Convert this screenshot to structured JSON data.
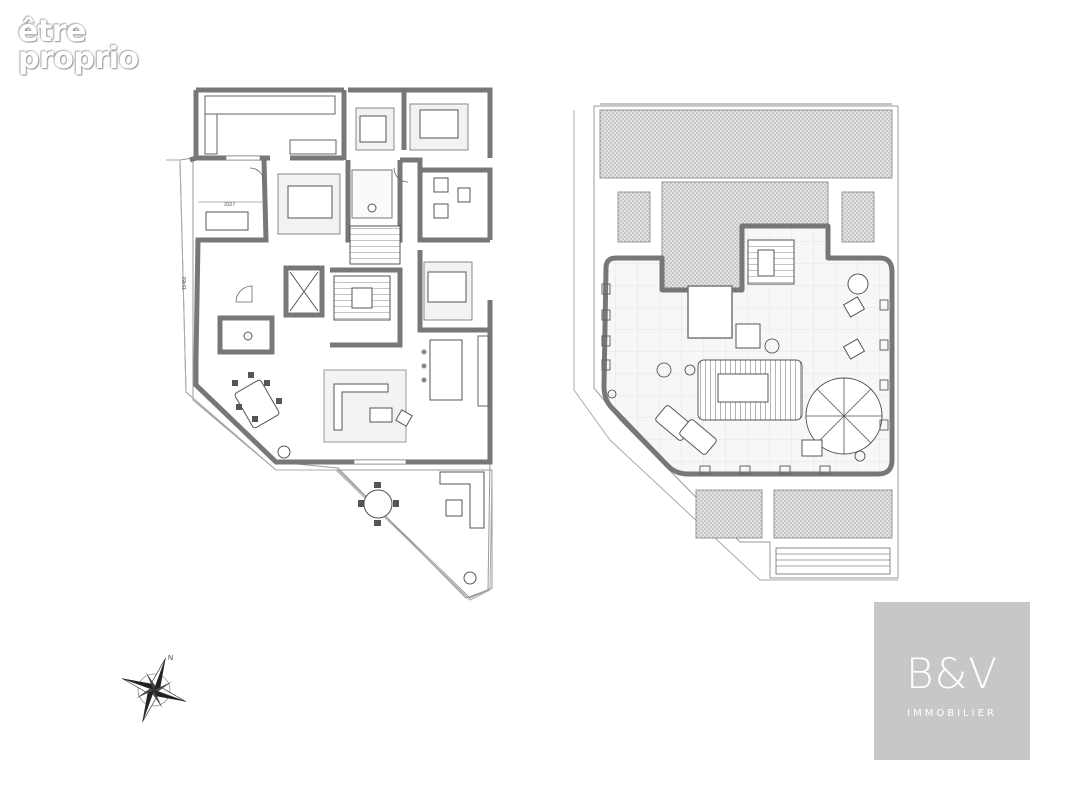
{
  "watermark": {
    "line1": "être",
    "line2": "proprio"
  },
  "logo": {
    "main": "B&V",
    "sub": "IMMOBILIER"
  },
  "floor_plan": {
    "dim_1": "3327",
    "dim_2": "11482"
  },
  "compass": {
    "north": "N"
  },
  "colors": {
    "wall": "#777777",
    "hatch": "#bdbdbd",
    "logo_bg": "#c8c7c5"
  }
}
